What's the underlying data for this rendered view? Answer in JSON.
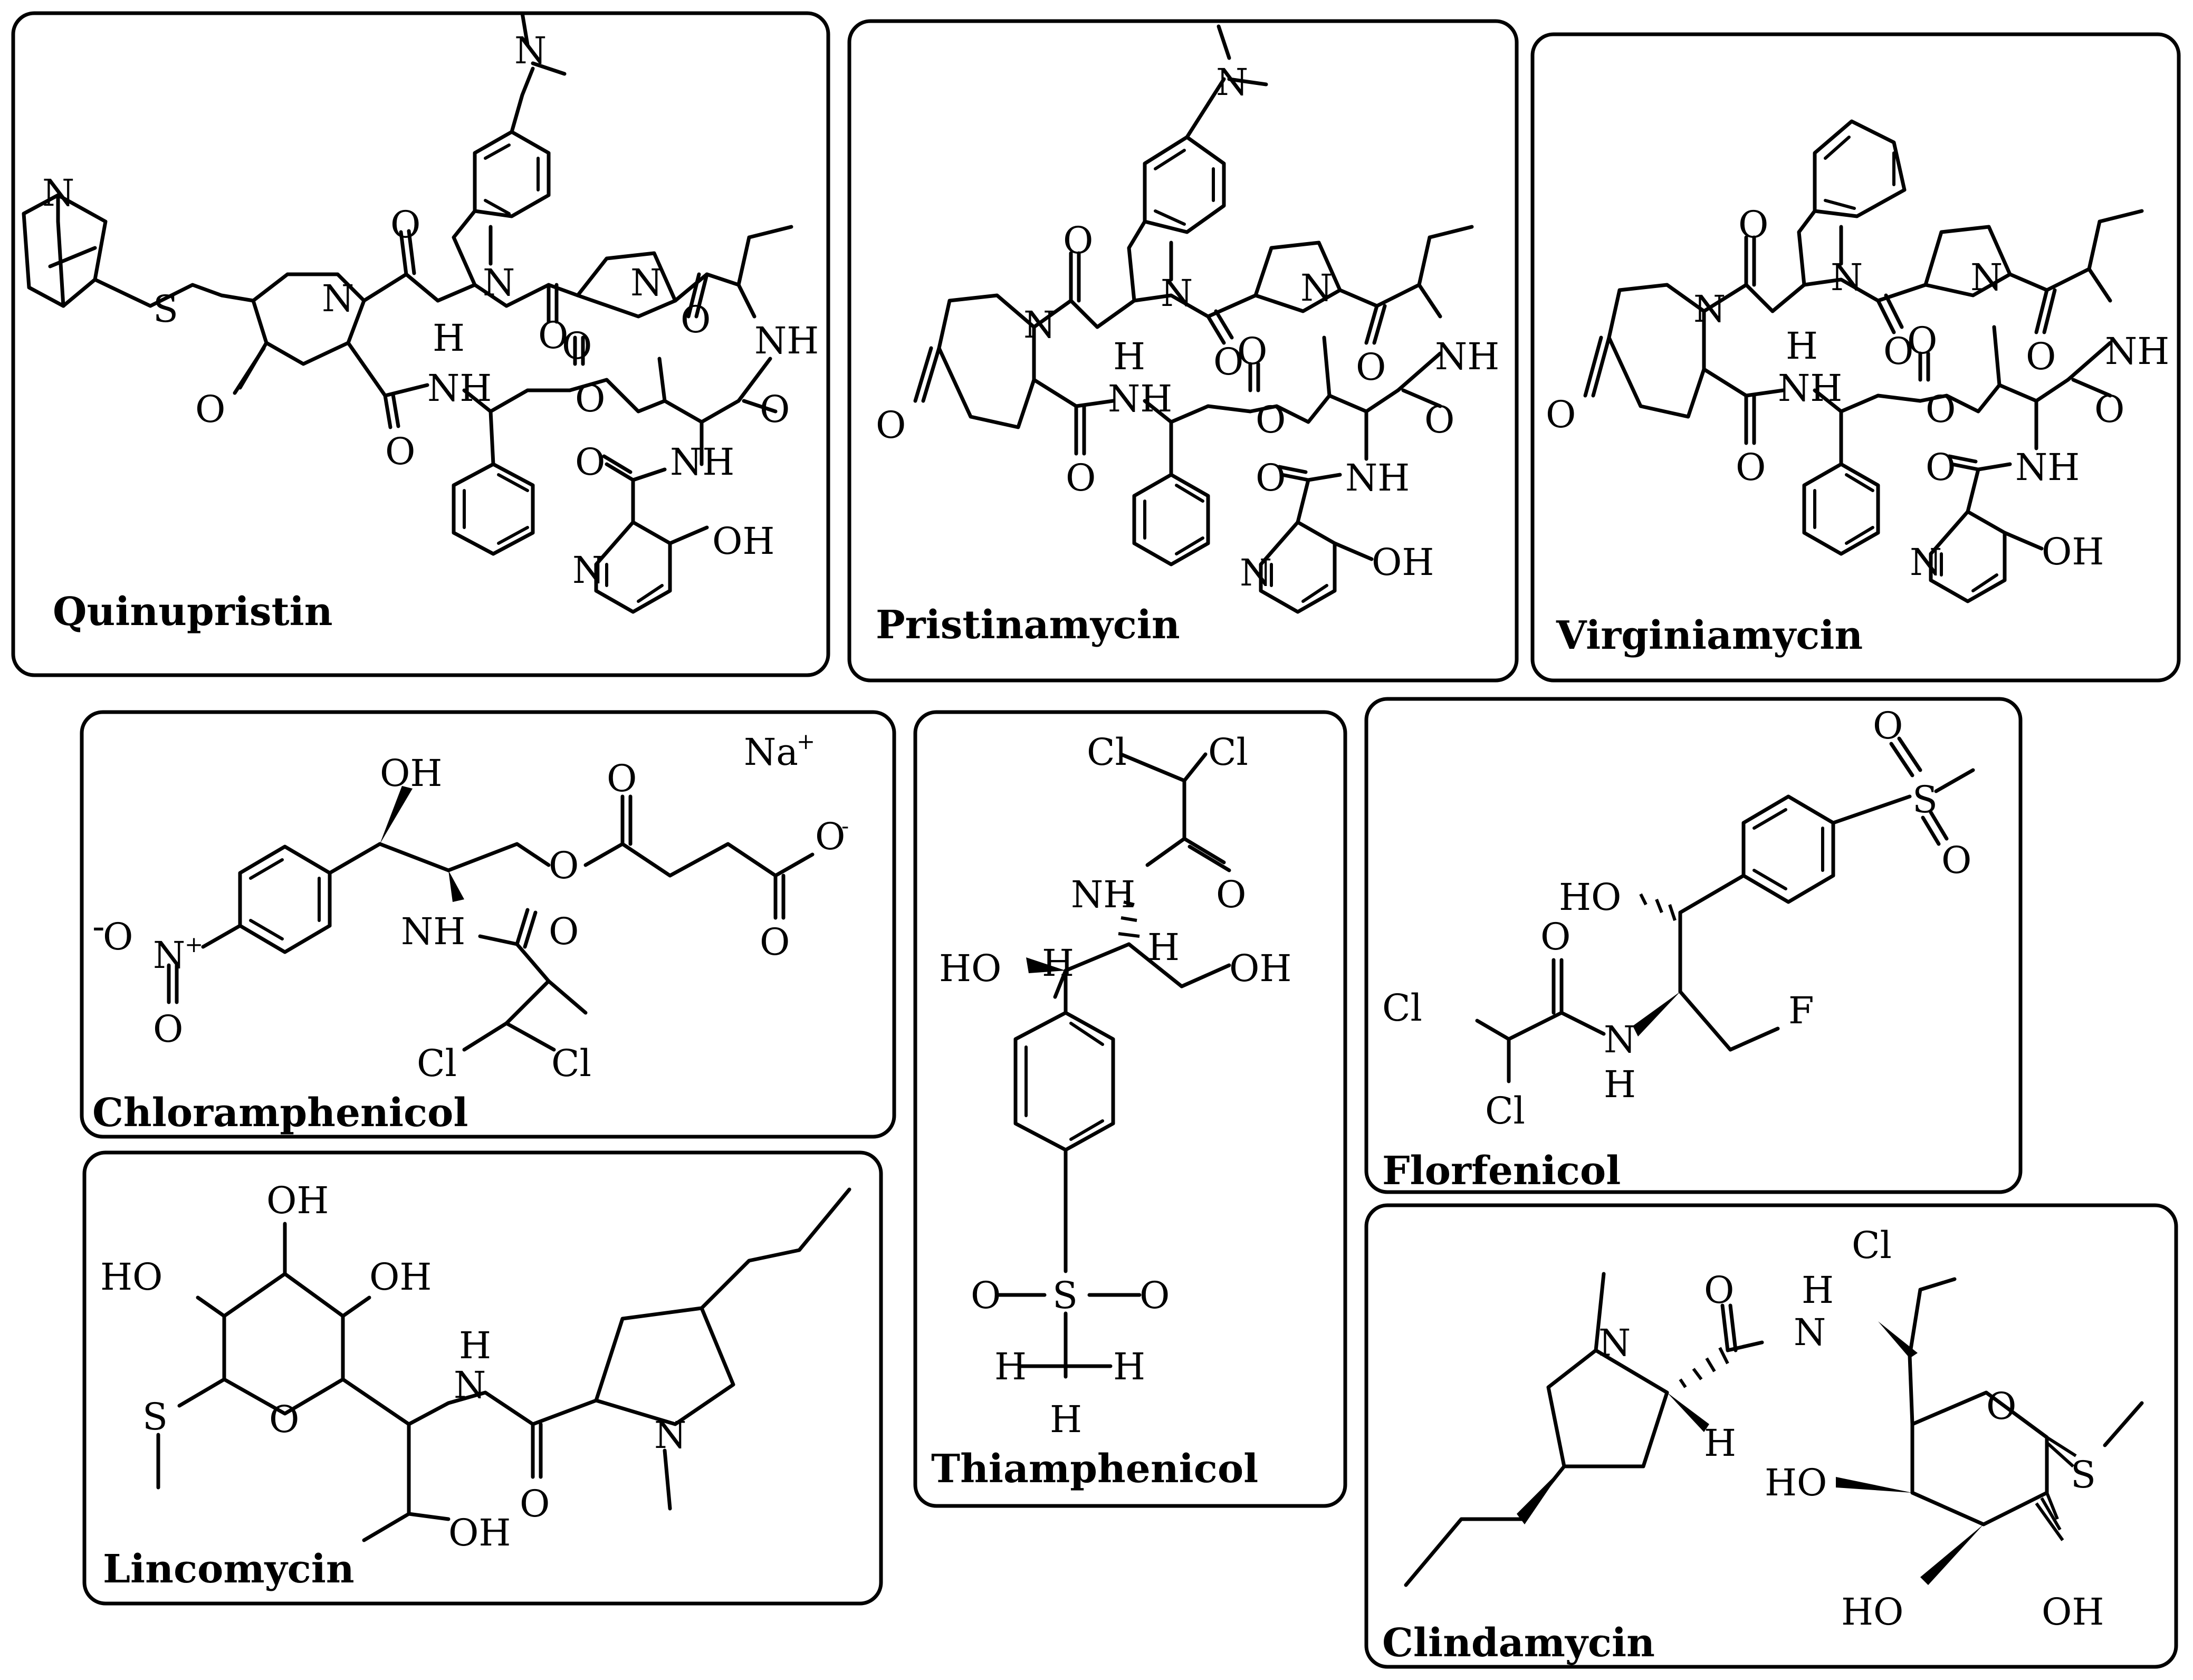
{
  "compounds": {
    "quinupristin": {
      "name": "Quinupristin"
    },
    "pristinamycin": {
      "name": "Pristinamycin"
    },
    "virginiamycin": {
      "name": "Virginiamycin"
    },
    "chloramphenicol": {
      "name": "Chloramphenicol"
    },
    "thiamphenicol": {
      "name": "Thiamphenicol"
    },
    "florfenicol": {
      "name": "Florfenicol"
    },
    "lincomycin": {
      "name": "Lincomycin"
    },
    "clindamycin": {
      "name": "Clindamycin"
    }
  },
  "atoms": {
    "N": "N",
    "NH": "NH",
    "H": "H",
    "O": "O",
    "OH": "OH",
    "HO": "HO",
    "S": "S",
    "Cl": "Cl",
    "F": "F",
    "Na": "Na",
    "plus": "+",
    "minus": "-"
  }
}
